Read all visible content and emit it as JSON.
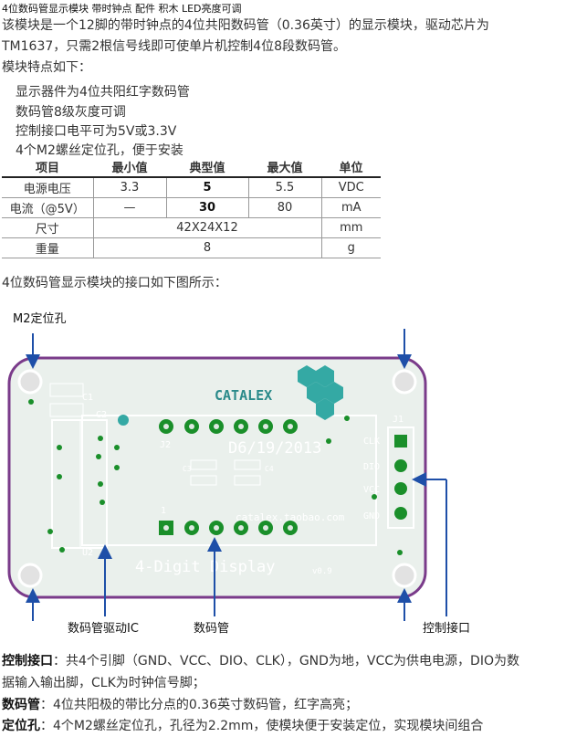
{
  "header": {
    "title": "4位数码管显示模块 带时钟点 配件 积木 LED亮度可调"
  },
  "intro": {
    "line1": "该模块是一个12脚的带时钟点的4位共阳数码管（0.36英寸）的显示模块，驱动芯片为",
    "line2": "TM1637，只需2根信号线即可使单片机控制4位8段数码管。",
    "features_title": "模块特点如下：",
    "features": [
      "显示器件为4位共阳红字数码管",
      "数码管8级灰度可调",
      "控制接口电平可为5V或3.3V",
      "4个M2螺丝定位孔，便于安装"
    ]
  },
  "spec_table": {
    "headers": [
      "项目",
      "最小值",
      "典型值",
      "最大值",
      "单位"
    ],
    "rows": [
      {
        "item": "电源电压",
        "min": "3.3",
        "typ": "5",
        "max": "5.5",
        "unit": "VDC"
      },
      {
        "item": "电流（@5V）",
        "min": "—",
        "typ": "30",
        "max": "80",
        "unit": "mA"
      },
      {
        "item": "尺寸",
        "merged": "42X24X12",
        "unit": "mm"
      },
      {
        "item": "重量",
        "merged": "8",
        "unit": "g"
      }
    ]
  },
  "interface_caption": "4位数码管显示模块的接口如下图所示：",
  "diagram": {
    "label_mounting": "M2定位孔",
    "label_ic": "数码管驱动IC",
    "label_display": "数码管",
    "label_interface": "控制接口",
    "brand": "CATALEX",
    "date": "D6/19/2013",
    "website": "catalex.taobao.com",
    "product": "4-Digit Display",
    "version": "v0.9",
    "pins": [
      "CLK",
      "DIO",
      "VCC",
      "GND"
    ],
    "marks": {
      "c1": "C1",
      "c2": "C2",
      "u2": "U2",
      "j2": "J2",
      "r": "R",
      "j1": "J1",
      "c3": "C3",
      "c4": "C4",
      "one": "1"
    },
    "colors": {
      "board": "#eaf0ec",
      "outline": "#7a3b8a",
      "pad": "#1a8f2a",
      "holes": "#e2e2e2",
      "hex": "#34a9a4"
    }
  },
  "descriptions": {
    "interface_label": "控制接口",
    "interface_text": "：共4个引脚（GND、VCC、DIO、CLK），GND为地，VCC为供电电源，DIO为数",
    "interface_text2": "据输入输出脚，CLK为时钟信号脚；",
    "display_label": "数码管",
    "display_text": "：4位共阳极的带比分点的0.36英寸数码管，红字高亮；",
    "mount_label": "定位孔",
    "mount_text": "：4个M2螺丝定位孔，孔径为2.2mm，使模块便于安装定位，实现模块间组合"
  }
}
